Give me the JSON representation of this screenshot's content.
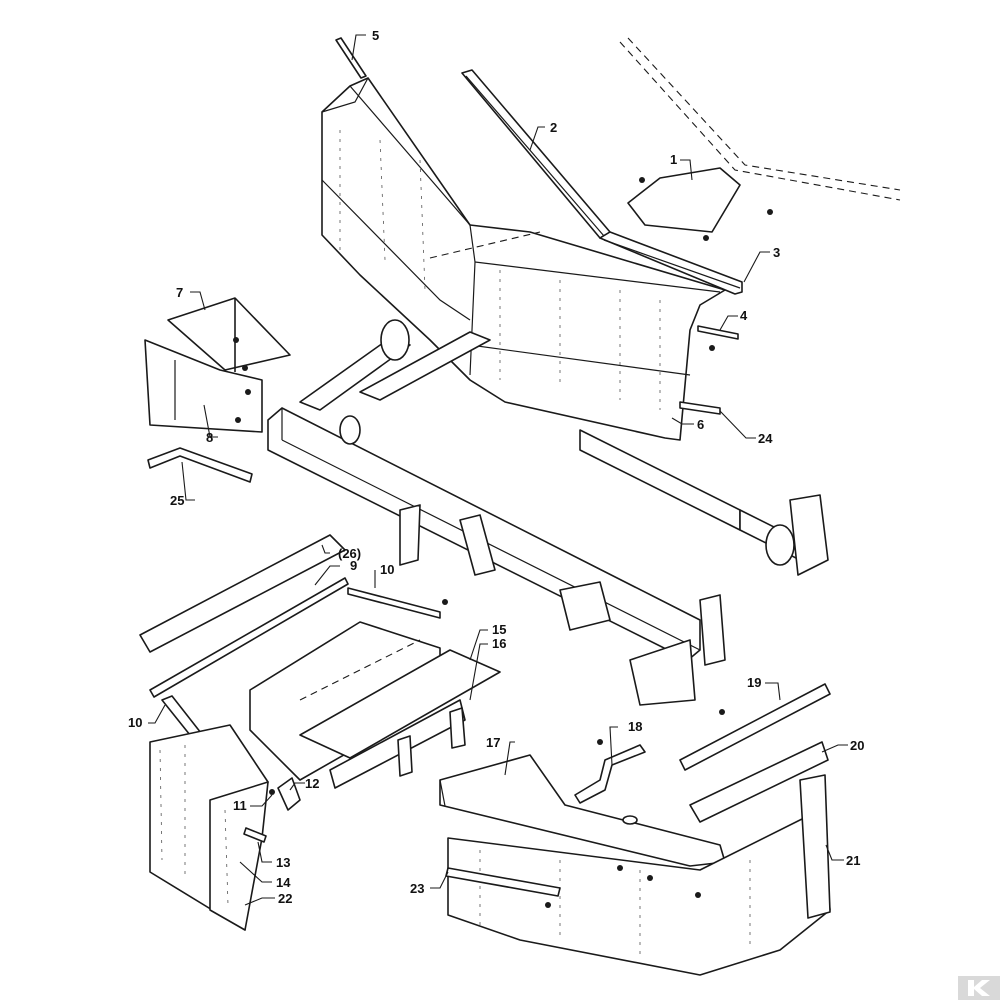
{
  "diagram": {
    "callouts": [
      {
        "id": "c1",
        "label": "1"
      },
      {
        "id": "c2",
        "label": "2"
      },
      {
        "id": "c3",
        "label": "3"
      },
      {
        "id": "c4",
        "label": "4"
      },
      {
        "id": "c5",
        "label": "5"
      },
      {
        "id": "c6",
        "label": "6"
      },
      {
        "id": "c7",
        "label": "7"
      },
      {
        "id": "c8",
        "label": "8"
      },
      {
        "id": "c9",
        "label": "9"
      },
      {
        "id": "c10a",
        "label": "10"
      },
      {
        "id": "c10b",
        "label": "10"
      },
      {
        "id": "c11",
        "label": "11"
      },
      {
        "id": "c12",
        "label": "12"
      },
      {
        "id": "c13",
        "label": "13"
      },
      {
        "id": "c14",
        "label": "14"
      },
      {
        "id": "c15",
        "label": "15"
      },
      {
        "id": "c16",
        "label": "16"
      },
      {
        "id": "c17",
        "label": "17"
      },
      {
        "id": "c18",
        "label": "18"
      },
      {
        "id": "c19",
        "label": "19"
      },
      {
        "id": "c20",
        "label": "20"
      },
      {
        "id": "c21",
        "label": "21"
      },
      {
        "id": "c22",
        "label": "22"
      },
      {
        "id": "c23",
        "label": "23"
      },
      {
        "id": "c24",
        "label": "24"
      },
      {
        "id": "c25",
        "label": "25"
      },
      {
        "id": "c26",
        "label": "(26)"
      }
    ],
    "logo_icon": "brand-k-logo"
  }
}
